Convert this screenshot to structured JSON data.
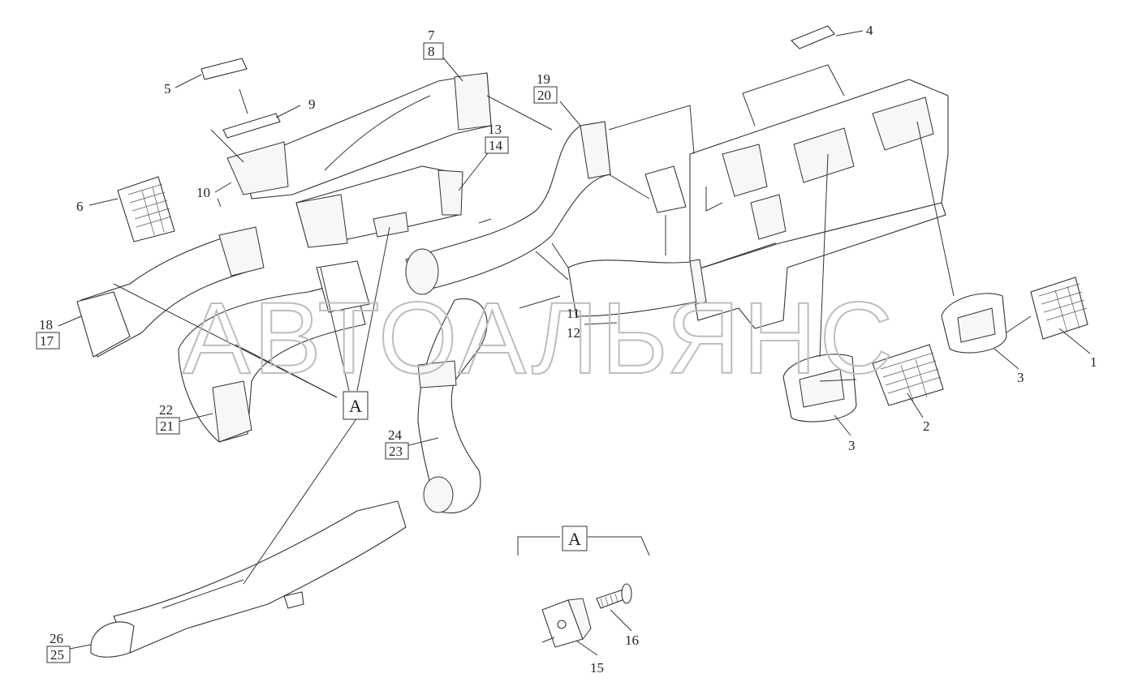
{
  "watermark": "АВТОАЛЬЯНС",
  "callouts": {
    "c1": "1",
    "c2": "2",
    "c3a": "3",
    "c3b": "3",
    "c4": "4",
    "c5": "5",
    "c6": "6",
    "c7": "7",
    "c8": "8",
    "c9": "9",
    "c10": "10",
    "c11": "11",
    "c12": "12",
    "c13": "13",
    "c14": "14",
    "c15": "15",
    "c16": "16",
    "c17": "17",
    "c18": "18",
    "c19": "19",
    "c20": "20",
    "c21": "21",
    "c22": "22",
    "c23": "23",
    "c24": "24",
    "c25": "25",
    "c26": "26"
  },
  "view_marker": "A",
  "detail_marker": "A"
}
